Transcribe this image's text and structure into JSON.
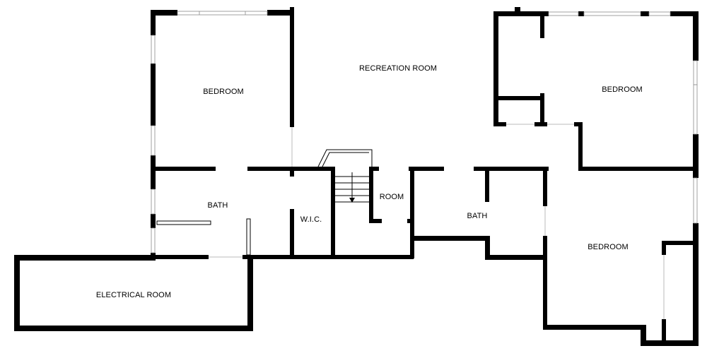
{
  "rooms": {
    "recreation_room": "RECREATION ROOM",
    "bedroom_left": "BEDROOM",
    "bedroom_right_upper": "BEDROOM",
    "bedroom_right_lower": "BEDROOM",
    "bath_left": "BATH",
    "bath_center": "BATH",
    "wic": "W.I.C.",
    "room_small": "ROOM",
    "electrical_room": "ELECTRICAL ROOM"
  },
  "colors": {
    "wall": "#000000",
    "background": "#ffffff",
    "window_frame": "#8a8a8a"
  }
}
